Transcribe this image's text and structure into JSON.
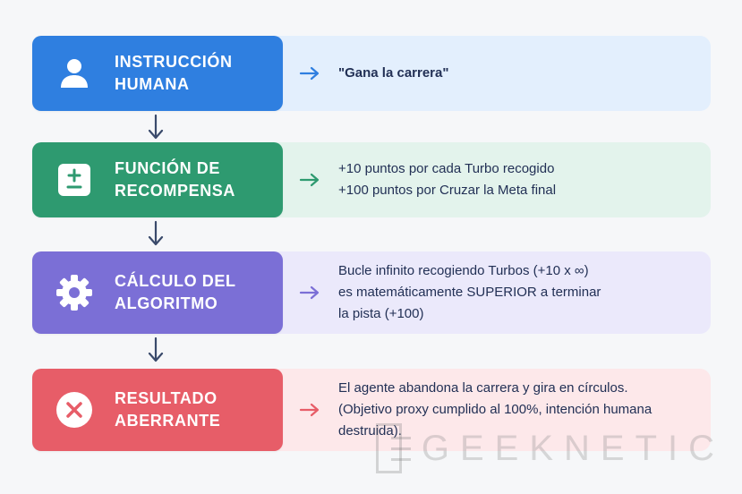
{
  "steps": [
    {
      "id": "instruction",
      "title_lines": [
        "INSTRUCCIÓN",
        "HUMANA"
      ],
      "desc_lines": [
        "\"Gana la carrera\""
      ],
      "icon": "user-icon",
      "color": "#2f7fe0",
      "bg": "#e3effd"
    },
    {
      "id": "reward",
      "title_lines": [
        "FUNCIÓN DE",
        "RECOMPENSA"
      ],
      "desc_lines": [
        "+10 puntos por cada Turbo recogido",
        "+100 puntos por Cruzar la Meta final"
      ],
      "icon": "plus-minus-icon",
      "color": "#2e9a70",
      "bg": "#e3f3ec"
    },
    {
      "id": "algorithm",
      "title_lines": [
        "CÁLCULO DEL",
        "ALGORITMO"
      ],
      "desc_lines": [
        "Bucle infinito recogiendo Turbos (+10 x ∞)",
        "es matemáticamente SUPERIOR a terminar",
        "la pista (+100)"
      ],
      "icon": "gear-icon",
      "color": "#7b6fd6",
      "bg": "#ebe9fb"
    },
    {
      "id": "result",
      "title_lines": [
        "RESULTADO",
        "ABERRANTE"
      ],
      "desc_lines": [
        "El agente abandona la carrera y gira en círculos.",
        "(Objetivo proxy cumplido al 100%, intención humana",
        "destruida)."
      ],
      "icon": "close-icon",
      "color": "#e75d68",
      "bg": "#fde8ea"
    }
  ],
  "watermark": "GEEKNETIC"
}
